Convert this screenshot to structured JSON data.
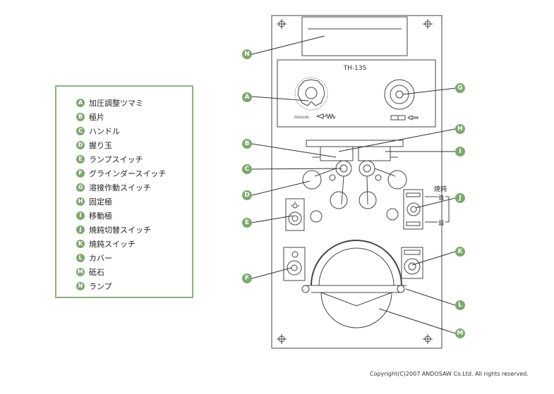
{
  "legend": [
    {
      "letter": "A",
      "label": "加圧調整ツマミ"
    },
    {
      "letter": "B",
      "label": "極片"
    },
    {
      "letter": "C",
      "label": "ハンドル"
    },
    {
      "letter": "D",
      "label": "握り玉"
    },
    {
      "letter": "E",
      "label": "ランプスイッチ"
    },
    {
      "letter": "F",
      "label": "グラインダースイッチ"
    },
    {
      "letter": "G",
      "label": "溶接作動スイッチ"
    },
    {
      "letter": "H",
      "label": "固定極"
    },
    {
      "letter": "I",
      "label": "移動極"
    },
    {
      "letter": "J",
      "label": "焼鈍切替スイッチ"
    },
    {
      "letter": "K",
      "label": "焼鈍スイッチ"
    },
    {
      "letter": "L",
      "label": "カバー"
    },
    {
      "letter": "M",
      "label": "砥石"
    },
    {
      "letter": "N",
      "label": "ランプ"
    }
  ],
  "panel": {
    "model": "TH-13S",
    "pressure_label": "PRESSURE",
    "anneal_label": "焼鈍",
    "anneal_strong": "強",
    "anneal_weak": "弱"
  },
  "copyright": "Copyright(C)2007 ANDOSAW Co.Ltd. All rights reserved.",
  "colors": {
    "accent": "#7da870",
    "line": "#444444"
  }
}
